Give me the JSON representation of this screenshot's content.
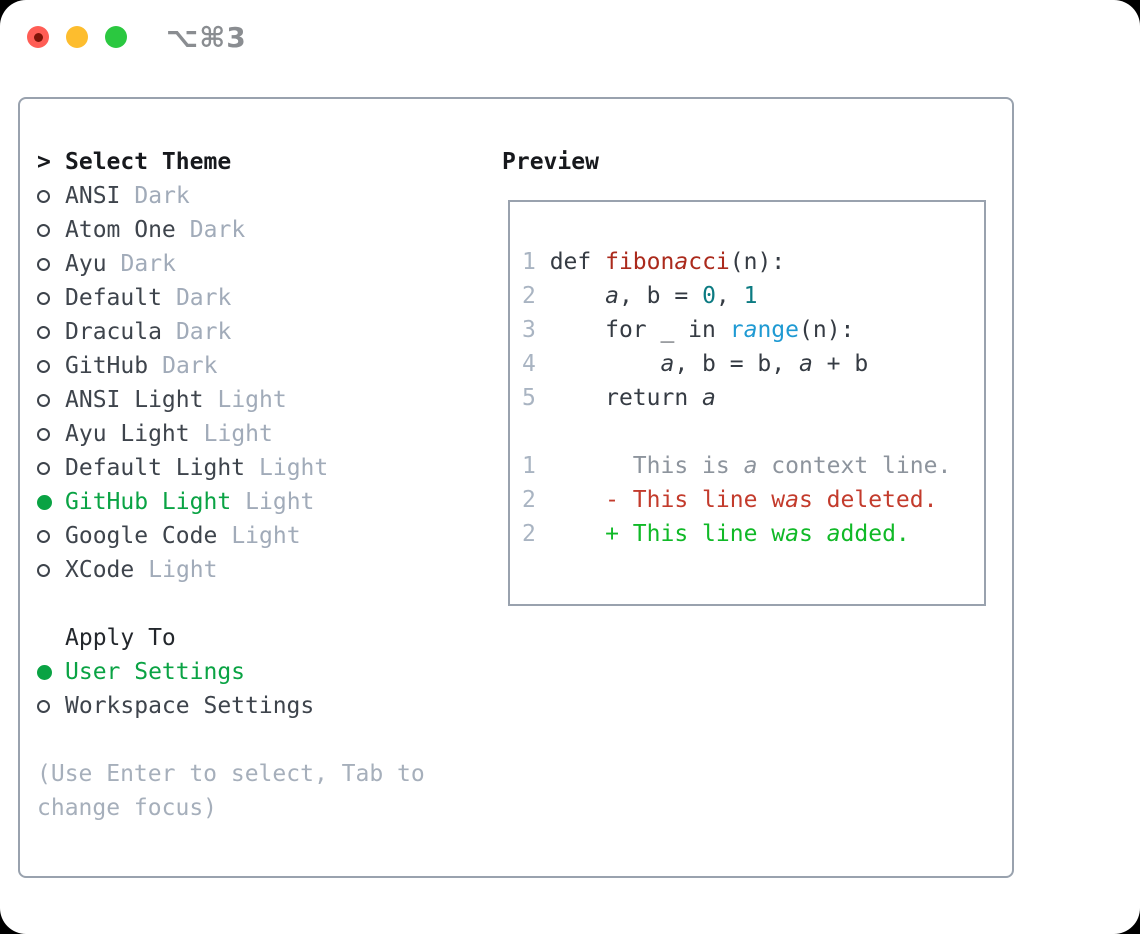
{
  "window": {
    "title_shortcut": "⌥⌘3"
  },
  "colors": {
    "accent_green": "#0aa344",
    "added_green": "#10b927",
    "deleted_red": "#c33b2c",
    "function_red": "#ab2a1c",
    "number_teal": "#0c7b82",
    "builtin_blue": "#1f9ad3",
    "traffic_red": "#ff5d55",
    "traffic_yellow": "#fdbd2e",
    "traffic_green": "#2bc840"
  },
  "theme_selector": {
    "prompt": ">",
    "title": "Select Theme",
    "themes": [
      {
        "name": "ANSI",
        "variant": "Dark",
        "selected": false
      },
      {
        "name": "Atom One",
        "variant": "Dark",
        "selected": false
      },
      {
        "name": "Ayu",
        "variant": "Dark",
        "selected": false
      },
      {
        "name": "Default",
        "variant": "Dark",
        "selected": false
      },
      {
        "name": "Dracula",
        "variant": "Dark",
        "selected": false
      },
      {
        "name": "GitHub",
        "variant": "Dark",
        "selected": false
      },
      {
        "name": "ANSI Light",
        "variant": "Light",
        "selected": false
      },
      {
        "name": "Ayu Light",
        "variant": "Light",
        "selected": false
      },
      {
        "name": "Default Light",
        "variant": "Light",
        "selected": false
      },
      {
        "name": "GitHub Light",
        "variant": "Light",
        "selected": true
      },
      {
        "name": "Google Code",
        "variant": "Light",
        "selected": false
      },
      {
        "name": "XCode",
        "variant": "Light",
        "selected": false
      }
    ],
    "apply_to": {
      "label": "Apply To",
      "options": [
        {
          "label": "User Settings",
          "selected": true
        },
        {
          "label": "Workspace Settings",
          "selected": false
        }
      ]
    },
    "help_lines": [
      "(Use Enter to select, Tab to",
      "change focus)"
    ]
  },
  "preview": {
    "title": "Preview",
    "code_lines": [
      {
        "num": "1",
        "segs": [
          {
            "t": " def ",
            "y": "plain"
          },
          {
            "t": "fibonacci",
            "y": "func"
          },
          {
            "t": "(n):",
            "y": "plain"
          }
        ]
      },
      {
        "num": "2",
        "segs": [
          {
            "t": "     a, b = ",
            "y": "plain"
          },
          {
            "t": "0",
            "y": "num"
          },
          {
            "t": ", ",
            "y": "plain"
          },
          {
            "t": "1",
            "y": "num"
          }
        ]
      },
      {
        "num": "3",
        "segs": [
          {
            "t": "     for _ in ",
            "y": "plain"
          },
          {
            "t": "range",
            "y": "builtin"
          },
          {
            "t": "(n):",
            "y": "plain"
          }
        ]
      },
      {
        "num": "4",
        "segs": [
          {
            "t": "         a, b = b, a + b",
            "y": "plain"
          }
        ]
      },
      {
        "num": "5",
        "segs": [
          {
            "t": "     return a",
            "y": "plain"
          }
        ]
      },
      {
        "num": "",
        "segs": []
      },
      {
        "num": "1",
        "segs": [
          {
            "t": "       This is a context line.",
            "y": "ctx"
          }
        ]
      },
      {
        "num": "2",
        "segs": [
          {
            "t": "     - This line was deleted.",
            "y": "del"
          }
        ]
      },
      {
        "num": "2",
        "segs": [
          {
            "t": "     + This line was added.",
            "y": "add"
          }
        ]
      }
    ]
  }
}
